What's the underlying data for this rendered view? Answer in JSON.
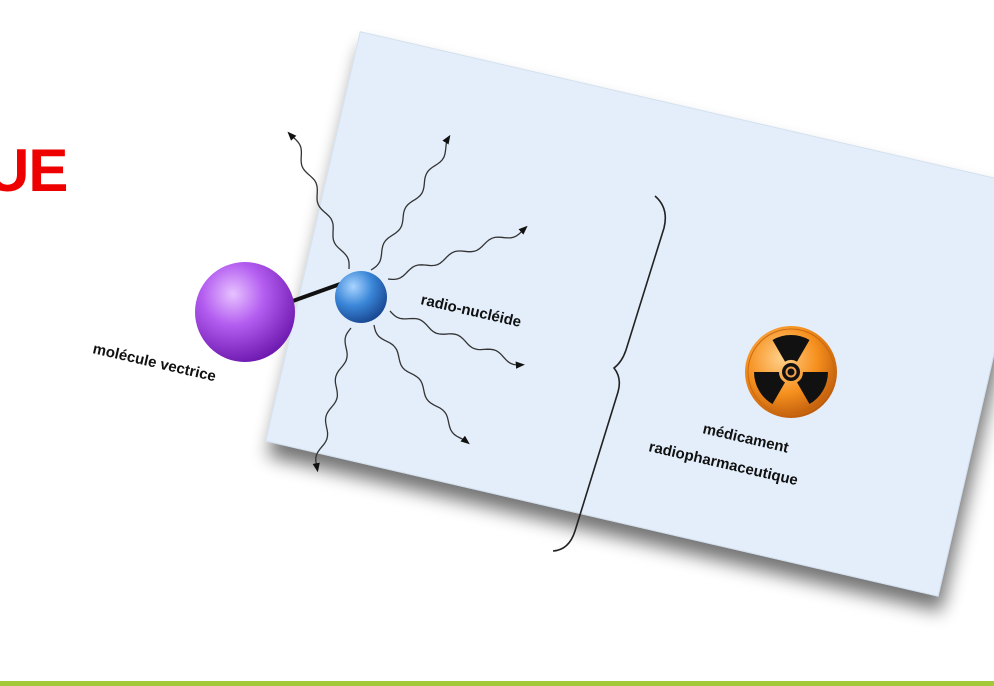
{
  "slide": {
    "title_fragment": "UE",
    "title_color": "#ee0000",
    "rule_color": "#a3c93a"
  },
  "diagram": {
    "background": "#e3eefa",
    "labels": {
      "carrier": "molécule vectrice",
      "radionuclide": "radio-nucléide",
      "drug_line1": "médicament",
      "drug_line2": "radiopharmaceutique"
    },
    "icons": {
      "carrier": "purple-sphere-icon",
      "radionuclide": "blue-sphere-icon",
      "drug": "radiation-trefoil-icon",
      "grouping": "curly-brace"
    },
    "colors": {
      "carrier": "#9b38e0",
      "radionuclide": "#2a72c8",
      "drug": "#f08a1a"
    }
  }
}
